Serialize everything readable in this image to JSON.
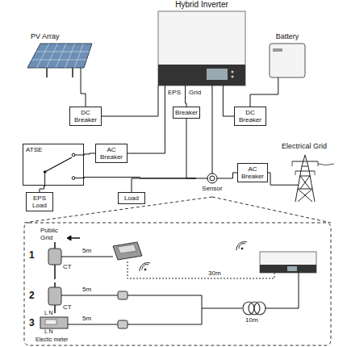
{
  "diagram": {
    "nodes": [
      {
        "text": [
          "Hybrid Inverter",
          "EPS",
          "Grid"
        ]
      },
      {
        "text": [
          "PV Array"
        ]
      },
      {
        "text": [
          "Battery"
        ]
      },
      {
        "text": [
          "DC Breaker"
        ]
      },
      {
        "text": [
          "DC Breaker"
        ]
      },
      {
        "text": [
          "Breaker"
        ]
      },
      {
        "text": [
          "ATSE"
        ]
      },
      {
        "text": [
          "AC Breaker"
        ]
      },
      {
        "text": [
          "EPS Load"
        ]
      },
      {
        "text": [
          "Load"
        ]
      },
      {
        "text": [
          "AC Breaker"
        ]
      },
      {
        "text": [
          "Electrical Grid"
        ]
      },
      {
        "text": [
          "Sensor"
        ]
      }
    ],
    "edges": [
      {
        "from": 1,
        "to": 3,
        "arrow": "none"
      },
      {
        "from": 3,
        "to": 0,
        "arrow": "none"
      },
      {
        "from": 2,
        "to": 4,
        "arrow": "none"
      },
      {
        "from": 4,
        "to": 0,
        "arrow": "none"
      },
      {
        "from": 0,
        "to": 7,
        "arrow": "none"
      },
      {
        "from": 7,
        "to": 6,
        "arrow": "none"
      },
      {
        "from": 6,
        "to": 8,
        "arrow": "none"
      },
      {
        "from": 0,
        "to": 5,
        "arrow": "none"
      },
      {
        "from": 5,
        "to": 12,
        "arrow": "none"
      },
      {
        "from": 6,
        "to": 12,
        "arrow": "none"
      },
      {
        "from": 9,
        "to": 12,
        "arrow": "none"
      },
      {
        "from": 0,
        "to": 12,
        "arrow": "none"
      },
      {
        "from": 12,
        "to": 10,
        "arrow": "none"
      },
      {
        "from": 10,
        "to": 11,
        "arrow": "none"
      }
    ],
    "labels": [
      "Public Grid",
      "1",
      "CT",
      "5m",
      "30m",
      "2",
      "CT",
      "5m",
      "3",
      "L N",
      "L N",
      "Electic meter",
      "5m",
      "10m"
    ]
  }
}
